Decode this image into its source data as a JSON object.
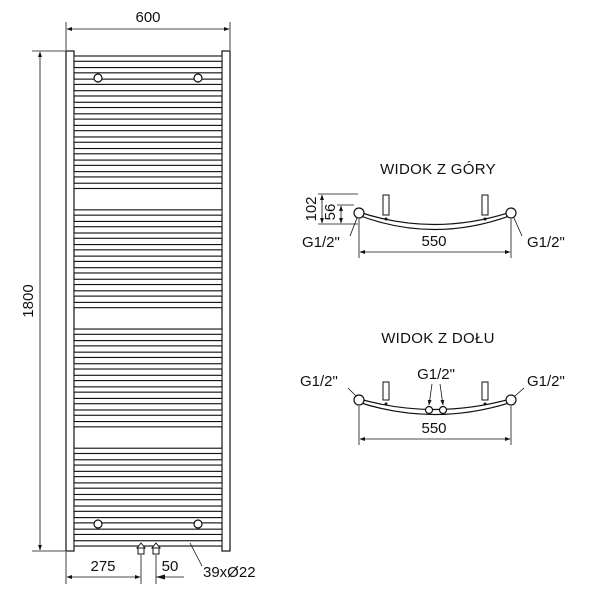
{
  "front_view": {
    "width_label": "600",
    "height_label": "1800",
    "left_offset_label": "275",
    "spacing_label": "50",
    "tubes_label": "39xØ22",
    "tube_count": 39
  },
  "top_view": {
    "title": "WIDOK Z GÓRY",
    "depth_label": "102",
    "mount_label": "56",
    "left_connection_label": "G1/2\"",
    "right_connection_label": "G1/2\"",
    "span_label": "550"
  },
  "bottom_view": {
    "title": "WIDOK Z DOŁU",
    "left_connection_label": "G1/2\"",
    "center_connection_label": "G1/2\"",
    "right_connection_label": "G1/2\"",
    "span_label": "550"
  },
  "colors": {
    "line": "#111111",
    "background": "#ffffff"
  }
}
